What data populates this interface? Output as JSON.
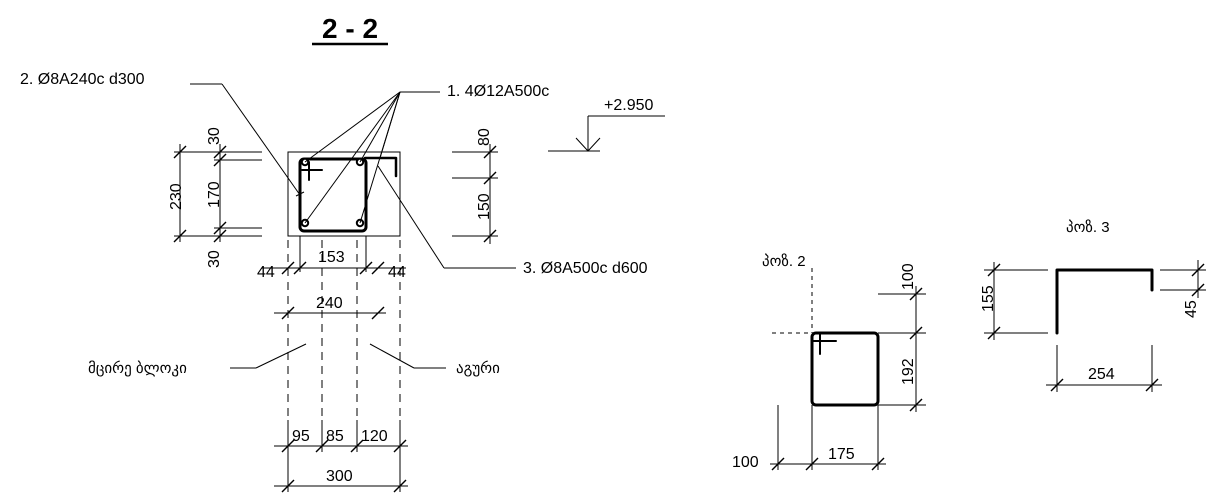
{
  "section_title": "2 - 2",
  "callouts": {
    "bar1": "1.  4Ø12A500c",
    "bar2": "2.  Ø8A240c d300",
    "bar3": "3.  Ø8A500c d600"
  },
  "elevation": "+2.950",
  "section_dims": {
    "left_total": "230",
    "left_top": "30",
    "left_mid": "170",
    "left_bot": "30",
    "right_top": "80",
    "right_mid": "150",
    "bottom_inner": "153",
    "bottom_left": "44",
    "bottom_right": "44",
    "bottom_total": "240"
  },
  "materials": {
    "small_block": "მცირე ბლოკი",
    "brick": "აგური"
  },
  "wall_dims": {
    "a": "95",
    "b": "85",
    "c": "120",
    "total": "300"
  },
  "detail2": {
    "label": "პოზ. 2",
    "d100_top": "100",
    "d192": "192",
    "d100_left": "100",
    "d175": "175"
  },
  "detail3": {
    "label": "პოზ. 3",
    "d155": "155",
    "d45": "45",
    "d254": "254"
  }
}
